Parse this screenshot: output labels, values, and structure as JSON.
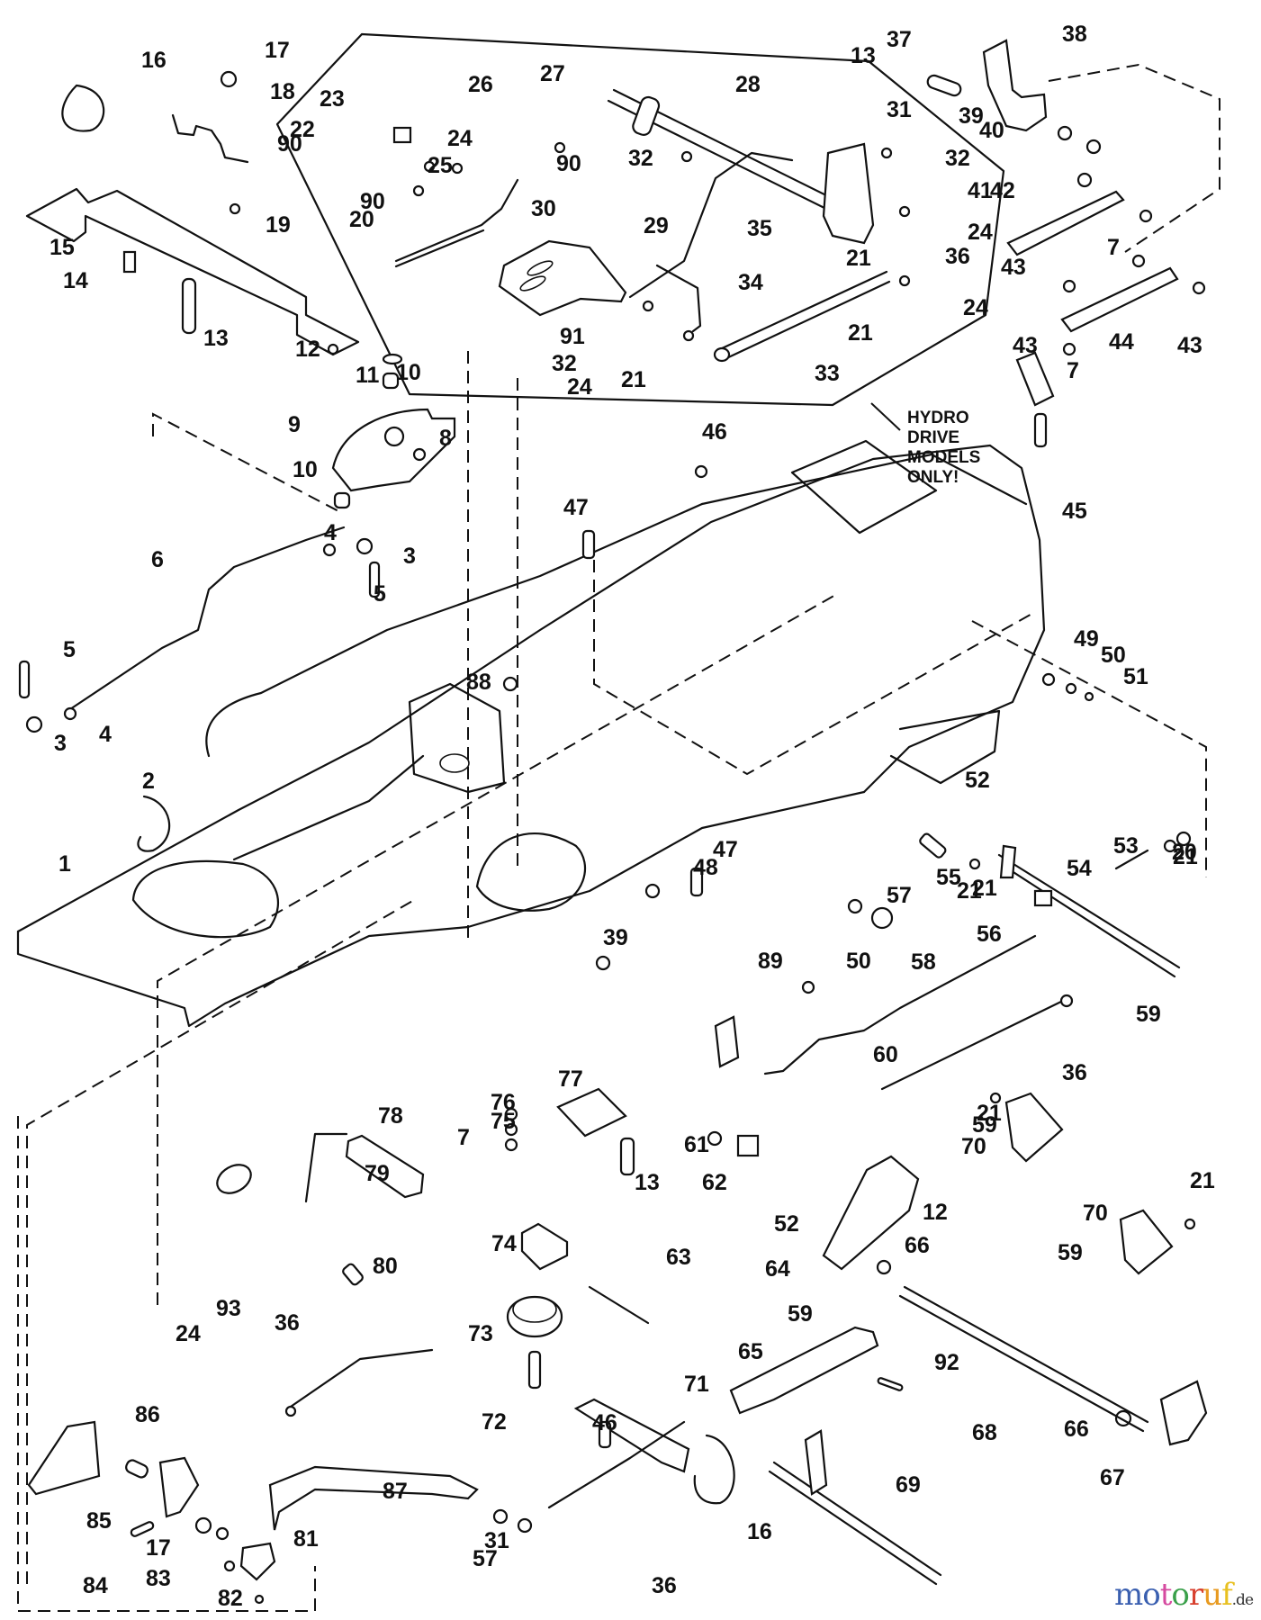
{
  "diagram": {
    "title": "Tractor chassis / drive control linkage exploded parts diagram",
    "note_lines": [
      "HYDRO",
      "DRIVE",
      "MODELS",
      "ONLY!"
    ],
    "labels": [
      {
        "id": "1",
        "text": "1"
      },
      {
        "id": "2",
        "text": "2"
      },
      {
        "id": "3a",
        "text": "3"
      },
      {
        "id": "3b",
        "text": "3"
      },
      {
        "id": "4a",
        "text": "4"
      },
      {
        "id": "4b",
        "text": "4"
      },
      {
        "id": "5a",
        "text": "5"
      },
      {
        "id": "5b",
        "text": "5"
      },
      {
        "id": "6",
        "text": "6"
      },
      {
        "id": "7a",
        "text": "7"
      },
      {
        "id": "7b",
        "text": "7"
      },
      {
        "id": "7c",
        "text": "7"
      },
      {
        "id": "8",
        "text": "8"
      },
      {
        "id": "9",
        "text": "9"
      },
      {
        "id": "10a",
        "text": "10"
      },
      {
        "id": "10b",
        "text": "10"
      },
      {
        "id": "11",
        "text": "11"
      },
      {
        "id": "12a",
        "text": "12"
      },
      {
        "id": "12b",
        "text": "12"
      },
      {
        "id": "13a",
        "text": "13"
      },
      {
        "id": "13b",
        "text": "13"
      },
      {
        "id": "13c",
        "text": "13"
      },
      {
        "id": "14",
        "text": "14"
      },
      {
        "id": "15",
        "text": "15"
      },
      {
        "id": "16a",
        "text": "16"
      },
      {
        "id": "16b",
        "text": "16"
      },
      {
        "id": "17a",
        "text": "17"
      },
      {
        "id": "17b",
        "text": "17"
      },
      {
        "id": "18",
        "text": "18"
      },
      {
        "id": "19",
        "text": "19"
      },
      {
        "id": "20a",
        "text": "20"
      },
      {
        "id": "20b",
        "text": "20"
      },
      {
        "id": "21a",
        "text": "21"
      },
      {
        "id": "21b",
        "text": "21"
      },
      {
        "id": "21c",
        "text": "21"
      },
      {
        "id": "21d",
        "text": "21"
      },
      {
        "id": "21e",
        "text": "21"
      },
      {
        "id": "21f",
        "text": "21"
      },
      {
        "id": "21g",
        "text": "21"
      },
      {
        "id": "21h",
        "text": "21"
      },
      {
        "id": "22",
        "text": "22"
      },
      {
        "id": "23",
        "text": "23"
      },
      {
        "id": "24a",
        "text": "24"
      },
      {
        "id": "24b",
        "text": "24"
      },
      {
        "id": "24c",
        "text": "24"
      },
      {
        "id": "24d",
        "text": "24"
      },
      {
        "id": "24e",
        "text": "24"
      },
      {
        "id": "25",
        "text": "25"
      },
      {
        "id": "26",
        "text": "26"
      },
      {
        "id": "27",
        "text": "27"
      },
      {
        "id": "28",
        "text": "28"
      },
      {
        "id": "29",
        "text": "29"
      },
      {
        "id": "30",
        "text": "30"
      },
      {
        "id": "31a",
        "text": "31"
      },
      {
        "id": "31b",
        "text": "31"
      },
      {
        "id": "32a",
        "text": "32"
      },
      {
        "id": "32b",
        "text": "32"
      },
      {
        "id": "32c",
        "text": "32"
      },
      {
        "id": "33",
        "text": "33"
      },
      {
        "id": "34",
        "text": "34"
      },
      {
        "id": "35",
        "text": "35"
      },
      {
        "id": "36a",
        "text": "36"
      },
      {
        "id": "36b",
        "text": "36"
      },
      {
        "id": "36c",
        "text": "36"
      },
      {
        "id": "36d",
        "text": "36"
      },
      {
        "id": "37",
        "text": "37"
      },
      {
        "id": "38",
        "text": "38"
      },
      {
        "id": "39a",
        "text": "39"
      },
      {
        "id": "39b",
        "text": "39"
      },
      {
        "id": "40",
        "text": "40"
      },
      {
        "id": "41",
        "text": "41"
      },
      {
        "id": "42",
        "text": "42"
      },
      {
        "id": "43a",
        "text": "43"
      },
      {
        "id": "43b",
        "text": "43"
      },
      {
        "id": "43c",
        "text": "43"
      },
      {
        "id": "44",
        "text": "44"
      },
      {
        "id": "45",
        "text": "45"
      },
      {
        "id": "46a",
        "text": "46"
      },
      {
        "id": "46b",
        "text": "46"
      },
      {
        "id": "47a",
        "text": "47"
      },
      {
        "id": "47b",
        "text": "47"
      },
      {
        "id": "48",
        "text": "48"
      },
      {
        "id": "49",
        "text": "49"
      },
      {
        "id": "50a",
        "text": "50"
      },
      {
        "id": "50b",
        "text": "50"
      },
      {
        "id": "51",
        "text": "51"
      },
      {
        "id": "52a",
        "text": "52"
      },
      {
        "id": "52b",
        "text": "52"
      },
      {
        "id": "53",
        "text": "53"
      },
      {
        "id": "54",
        "text": "54"
      },
      {
        "id": "55",
        "text": "55"
      },
      {
        "id": "56",
        "text": "56"
      },
      {
        "id": "57a",
        "text": "57"
      },
      {
        "id": "57b",
        "text": "57"
      },
      {
        "id": "58",
        "text": "58"
      },
      {
        "id": "59a",
        "text": "59"
      },
      {
        "id": "59b",
        "text": "59"
      },
      {
        "id": "59c",
        "text": "59"
      },
      {
        "id": "59d",
        "text": "59"
      },
      {
        "id": "60",
        "text": "60"
      },
      {
        "id": "61",
        "text": "61"
      },
      {
        "id": "62",
        "text": "62"
      },
      {
        "id": "63",
        "text": "63"
      },
      {
        "id": "64",
        "text": "64"
      },
      {
        "id": "65",
        "text": "65"
      },
      {
        "id": "66a",
        "text": "66"
      },
      {
        "id": "66b",
        "text": "66"
      },
      {
        "id": "67",
        "text": "67"
      },
      {
        "id": "68",
        "text": "68"
      },
      {
        "id": "69",
        "text": "69"
      },
      {
        "id": "70a",
        "text": "70"
      },
      {
        "id": "70b",
        "text": "70"
      },
      {
        "id": "71",
        "text": "71"
      },
      {
        "id": "72",
        "text": "72"
      },
      {
        "id": "73",
        "text": "73"
      },
      {
        "id": "74",
        "text": "74"
      },
      {
        "id": "75",
        "text": "75"
      },
      {
        "id": "76",
        "text": "76"
      },
      {
        "id": "77",
        "text": "77"
      },
      {
        "id": "78",
        "text": "78"
      },
      {
        "id": "79",
        "text": "79"
      },
      {
        "id": "80",
        "text": "80"
      },
      {
        "id": "81",
        "text": "81"
      },
      {
        "id": "82",
        "text": "82"
      },
      {
        "id": "83",
        "text": "83"
      },
      {
        "id": "84",
        "text": "84"
      },
      {
        "id": "85",
        "text": "85"
      },
      {
        "id": "86",
        "text": "86"
      },
      {
        "id": "87",
        "text": "87"
      },
      {
        "id": "88",
        "text": "88"
      },
      {
        "id": "89",
        "text": "89"
      },
      {
        "id": "90a",
        "text": "90"
      },
      {
        "id": "90b",
        "text": "90"
      },
      {
        "id": "90c",
        "text": "90"
      },
      {
        "id": "91",
        "text": "91"
      },
      {
        "id": "92",
        "text": "92"
      },
      {
        "id": "93",
        "text": "93"
      }
    ]
  },
  "watermark": {
    "letters": [
      {
        "ch": "m",
        "color": "#3a5fb0"
      },
      {
        "ch": "o",
        "color": "#3a5fb0"
      },
      {
        "ch": "t",
        "color": "#d64aa0"
      },
      {
        "ch": "o",
        "color": "#3aa04a"
      },
      {
        "ch": "r",
        "color": "#d8402e"
      },
      {
        "ch": "u",
        "color": "#e89a20"
      },
      {
        "ch": "f",
        "color": "#e8c020"
      }
    ],
    "suffix": ".de"
  }
}
